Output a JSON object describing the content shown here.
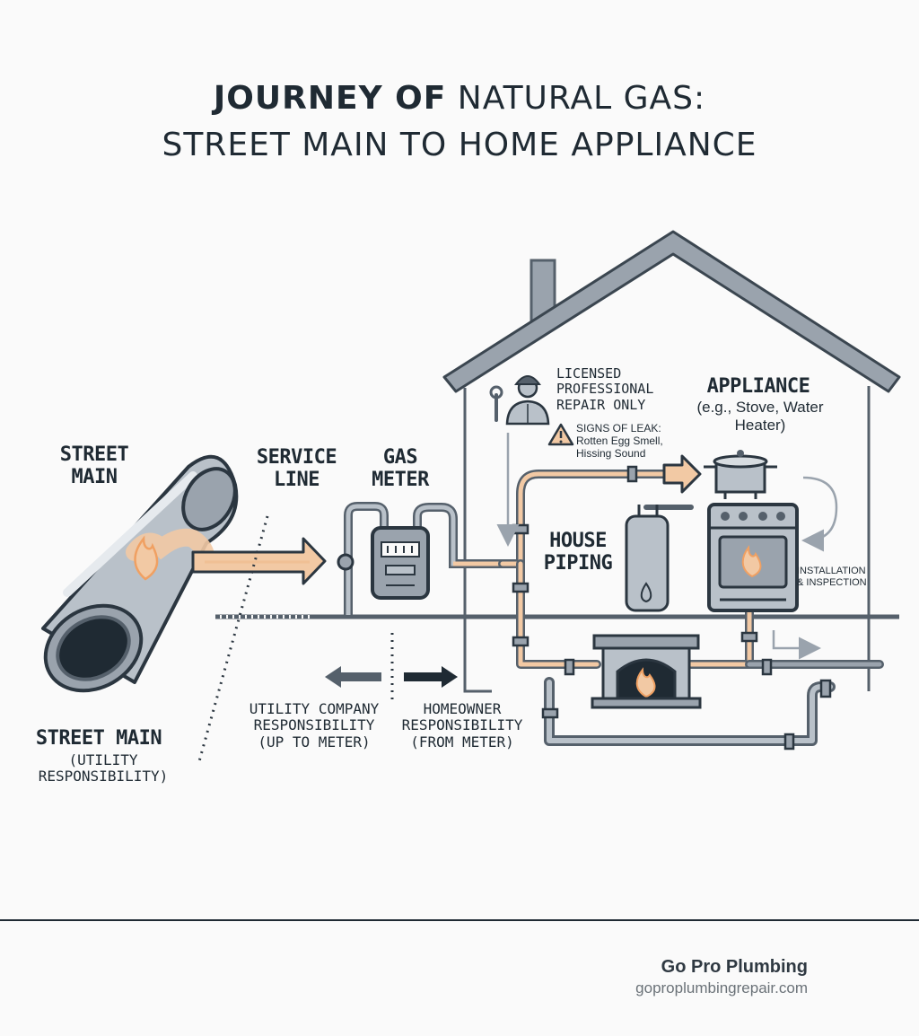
{
  "title": {
    "line1_bold": "JOURNEY OF",
    "line1_rest": " NATURAL GAS:",
    "line2": "STREET MAIN TO HOME APPLIANCE"
  },
  "labels": {
    "street_main_top": "STREET MAIN",
    "service_line": "SERVICE LINE",
    "gas_meter": "GAS METER",
    "house_piping": "HOUSE PIPING",
    "appliance": "APPLIANCE",
    "appliance_examples": "(e.g., Stove, Water Heater)",
    "licensed_repair": "LICENSED PROFESSIONAL REPAIR ONLY",
    "leak_heading": "SIGNS OF LEAK:",
    "leak_signs": "Rotten Egg Smell, Hissing Sound",
    "installation": "INSTALLATION & INSPECTION",
    "street_main_bottom": "STREET MAIN",
    "street_main_note": "(UTILITY RESPONSIBILITY)",
    "utility_resp": "UTILITY COMPANY RESPONSIBILITY (UP TO METER)",
    "homeowner_resp": "HOMEOWNER RESPONSIBILITY (FROM METER)"
  },
  "icons": [
    "flame-icon",
    "wrench-icon",
    "technician-icon",
    "warning-icon",
    "gas-meter-icon",
    "water-heater-icon",
    "stove-icon",
    "pot-icon",
    "fireplace-icon"
  ],
  "colors": {
    "ink": "#2b3640",
    "pipe_gray": "#9aa3ad",
    "pipe_dark": "#55606b",
    "gas_flow": "#f2c9a4",
    "flame": "#f0a062",
    "arrow_utility": "#55606b",
    "arrow_homeowner": "#1f2a33"
  },
  "footer": {
    "brand": "Go Pro Plumbing",
    "url": "goproplumbingrepair.com"
  }
}
